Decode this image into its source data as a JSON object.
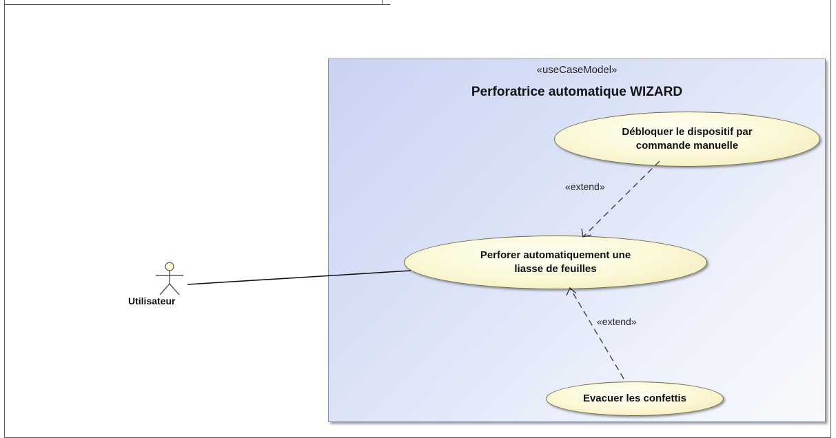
{
  "subject": {
    "stereotype": "«useCaseModel»",
    "title": "Perforatrice automatique WIZARD"
  },
  "actor": {
    "name": "Utilisateur"
  },
  "use_cases": [
    {
      "id": "debloquer",
      "label": "Débloquer le dispositif par\ncommande manuelle"
    },
    {
      "id": "perforer",
      "label": "Perforer automatiquement une\nliasse de feuilles"
    },
    {
      "id": "evacuer",
      "label": "Evacuer les confettis"
    }
  ],
  "relations": [
    {
      "type": "association",
      "from": "Utilisateur",
      "to": "perforer"
    },
    {
      "type": "extend",
      "label": "«extend»",
      "from": "debloquer",
      "to": "perforer"
    },
    {
      "type": "extend",
      "label": "«extend»",
      "from": "evacuer",
      "to": "perforer"
    }
  ],
  "colors": {
    "subject_fill": "#dde4f7",
    "usecase_fill": "#fbf7d4",
    "actor_fill": "#fbf7d4"
  }
}
